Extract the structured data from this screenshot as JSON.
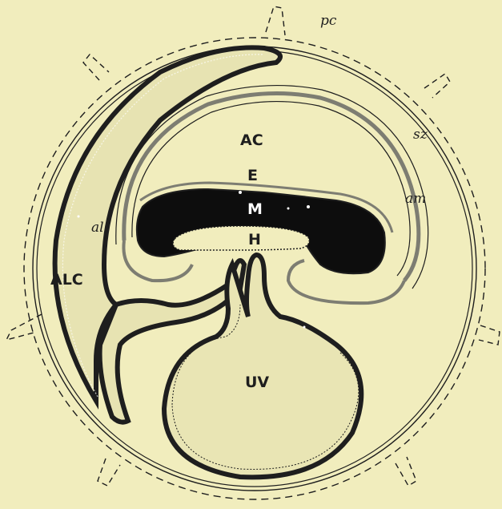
{
  "figure": {
    "background": "#f1edbd",
    "ink": "#1e1e1e",
    "labels": {
      "pc": "pc",
      "sz": "sz",
      "am": "am",
      "al": "al",
      "AC": "AC",
      "E": "E",
      "M": "M",
      "H": "H",
      "ALC": "ALC",
      "UV": "UV"
    }
  }
}
